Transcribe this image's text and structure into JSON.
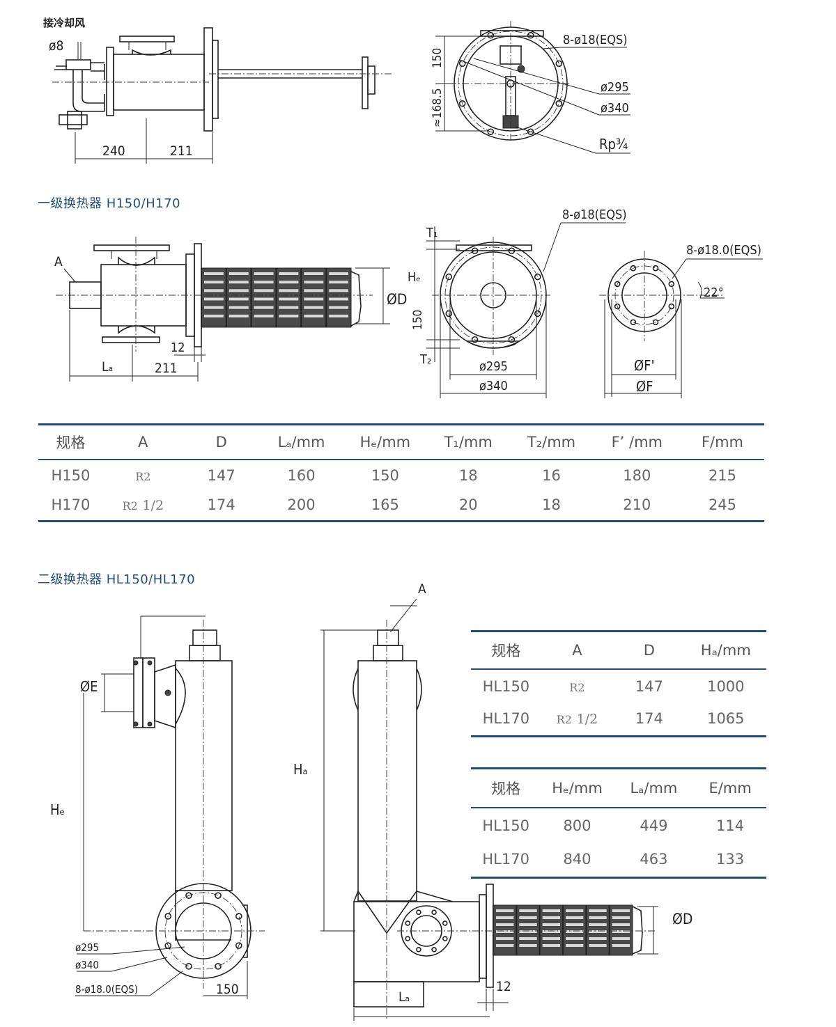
{
  "drawing_labels": {
    "title_note": "接冷却风",
    "d8": "ø8",
    "dim_240": "240",
    "dim_211": "211",
    "dim_150": "150",
    "dim_168_5": "≈168.5",
    "holes_8_18": "8-ø18(EQS)",
    "holes_8_18_0": "8-ø18.0(EQS)",
    "d295": "ø295",
    "d340": "ø340",
    "rp34": "Rp¾",
    "A": "A",
    "OD": "ØD",
    "La": "Lₐ",
    "dim_12": "12",
    "T1": "T₁",
    "T2": "T₂",
    "He": "Hₑ",
    "OFp": "ØF'",
    "OF": "ØF",
    "angle22": "22°",
    "OE": "ØE",
    "Ha": "Hₐ"
  },
  "section1": {
    "title": "一级换热器 H150/H170"
  },
  "section2": {
    "title": "二级换热器 HL150/HL170"
  },
  "table1": {
    "headers": [
      "规格",
      "A",
      "D",
      "Lₐ/mm",
      "Hₑ/mm",
      "T₁/mm",
      "T₂/mm",
      "F’ /mm",
      "F/mm"
    ],
    "rows": [
      {
        "model": "H150",
        "a_code": "R2",
        "a_frac": "",
        "d": "147",
        "la": "160",
        "he": "150",
        "t1": "18",
        "t2": "16",
        "fp": "180",
        "f": "215"
      },
      {
        "model": "H170",
        "a_code": "R2",
        "a_frac": "1/2",
        "d": "174",
        "la": "200",
        "he": "165",
        "t1": "20",
        "t2": "18",
        "fp": "210",
        "f": "245"
      }
    ]
  },
  "table2": {
    "headers": [
      "规格",
      "A",
      "D",
      "Hₐ/mm"
    ],
    "rows": [
      {
        "model": "HL150",
        "a_code": "R2",
        "a_frac": "",
        "d": "147",
        "ha": "1000"
      },
      {
        "model": "HL170",
        "a_code": "R2",
        "a_frac": "1/2",
        "d": "174",
        "ha": "1065"
      }
    ]
  },
  "table3": {
    "headers": [
      "规格",
      "Hₑ/mm",
      "Lₐ/mm",
      "E/mm"
    ],
    "rows": [
      {
        "model": "HL150",
        "he": "800",
        "la": "449",
        "e": "114"
      },
      {
        "model": "HL170",
        "he": "840",
        "la": "463",
        "e": "133"
      }
    ]
  }
}
